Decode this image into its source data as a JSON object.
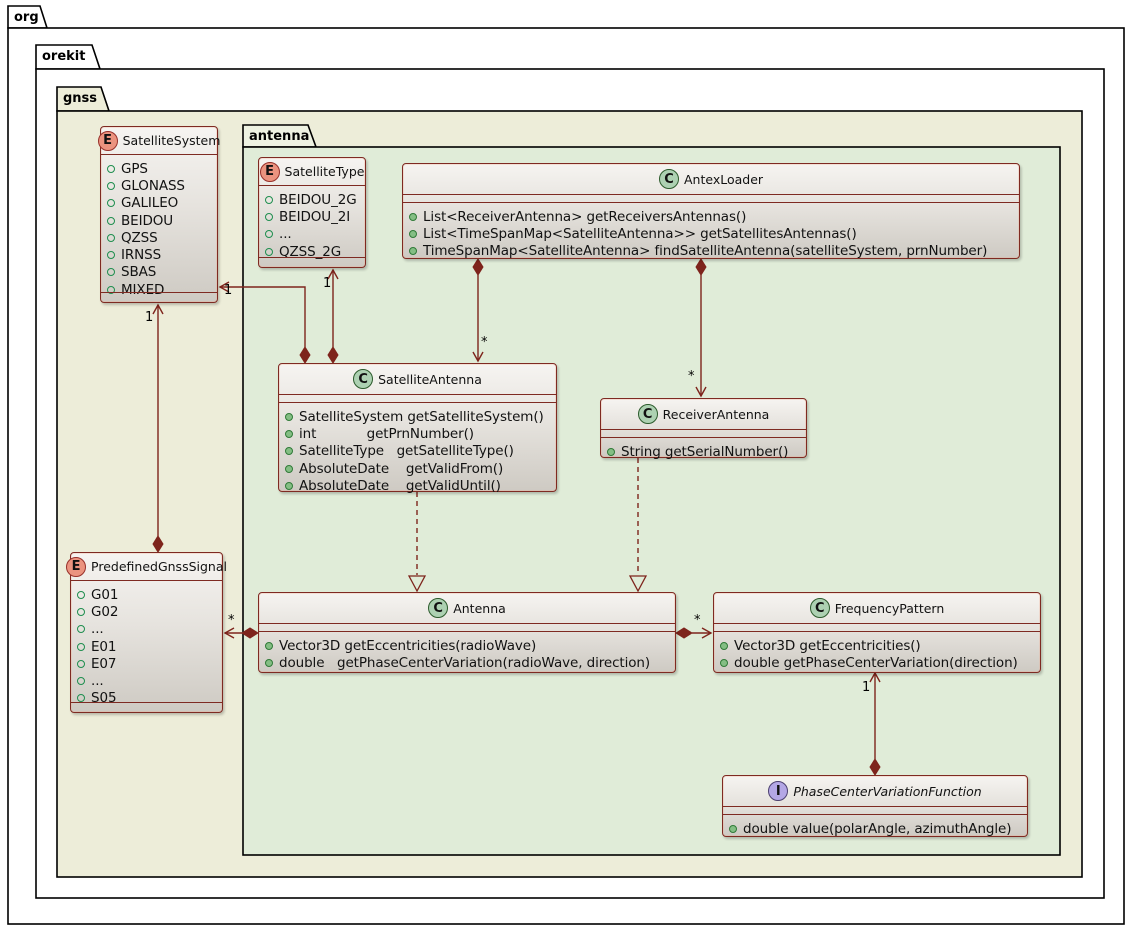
{
  "packages": {
    "org": "org",
    "orekit": "orekit",
    "gnss": "gnss",
    "antenna": "antenna"
  },
  "classes": {
    "satellite_system": {
      "badge": "E",
      "name": "SatelliteSystem",
      "members": [
        {
          "kind": "constant",
          "text": "GPS"
        },
        {
          "kind": "constant",
          "text": "GLONASS"
        },
        {
          "kind": "constant",
          "text": "GALILEO"
        },
        {
          "kind": "constant",
          "text": "BEIDOU"
        },
        {
          "kind": "constant",
          "text": "QZSS"
        },
        {
          "kind": "constant",
          "text": "IRNSS"
        },
        {
          "kind": "constant",
          "text": "SBAS"
        },
        {
          "kind": "constant",
          "text": "MIXED"
        }
      ]
    },
    "satellite_type": {
      "badge": "E",
      "name": "SatelliteType",
      "members": [
        {
          "kind": "constant",
          "text": "BEIDOU_2G"
        },
        {
          "kind": "constant",
          "text": "BEIDOU_2I"
        },
        {
          "kind": "constant",
          "text": "..."
        },
        {
          "kind": "constant",
          "text": "QZSS_2G"
        }
      ]
    },
    "antex_loader": {
      "badge": "C",
      "name": "AntexLoader",
      "members": [
        {
          "kind": "method",
          "text": "List<ReceiverAntenna> getReceiversAntennas()"
        },
        {
          "kind": "method",
          "text": "List<TimeSpanMap<SatelliteAntenna>> getSatellitesAntennas()"
        },
        {
          "kind": "method",
          "text": "TimeSpanMap<SatelliteAntenna> findSatelliteAntenna(satelliteSystem, prnNumber)"
        }
      ]
    },
    "satellite_antenna": {
      "badge": "C",
      "name": "SatelliteAntenna",
      "members": [
        {
          "kind": "method",
          "text": "SatelliteSystem getSatelliteSystem()"
        },
        {
          "kind": "method",
          "text": "int            getPrnNumber()"
        },
        {
          "kind": "method",
          "text": "SatelliteType   getSatelliteType()"
        },
        {
          "kind": "method",
          "text": "AbsoluteDate    getValidFrom()"
        },
        {
          "kind": "method",
          "text": "AbsoluteDate    getValidUntil()"
        }
      ]
    },
    "receiver_antenna": {
      "badge": "C",
      "name": "ReceiverAntenna",
      "members": [
        {
          "kind": "method",
          "text": "String getSerialNumber()"
        }
      ]
    },
    "predefined_gnss_signal": {
      "badge": "E",
      "name": "PredefinedGnssSignal",
      "members": [
        {
          "kind": "constant",
          "text": "G01"
        },
        {
          "kind": "constant",
          "text": "G02"
        },
        {
          "kind": "constant",
          "text": "..."
        },
        {
          "kind": "constant",
          "text": "E01"
        },
        {
          "kind": "constant",
          "text": "E07"
        },
        {
          "kind": "constant",
          "text": "..."
        },
        {
          "kind": "constant",
          "text": "S05"
        }
      ]
    },
    "antenna": {
      "badge": "C",
      "name": "Antenna",
      "members": [
        {
          "kind": "method",
          "text": "Vector3D getEccentricities(radioWave)"
        },
        {
          "kind": "method",
          "text": "double   getPhaseCenterVariation(radioWave, direction)"
        }
      ]
    },
    "frequency_pattern": {
      "badge": "C",
      "name": "FrequencyPattern",
      "members": [
        {
          "kind": "method",
          "text": "Vector3D getEccentricities()"
        },
        {
          "kind": "method",
          "text": "double getPhaseCenterVariation(direction)"
        }
      ]
    },
    "phase_center_variation_function": {
      "badge": "I",
      "name": "PhaseCenterVariationFunction",
      "members": [
        {
          "kind": "method",
          "text": "double value(polarAngle, azimuthAngle)"
        }
      ]
    }
  },
  "multiplicities": {
    "satellite_antenna_to_satellite_system": "1",
    "satellite_antenna_to_satellite_type": "1",
    "antex_loader_to_satellite_antenna": "*",
    "antex_loader_to_receiver_antenna": "*",
    "antenna_to_predefined_gnss_signal": "*",
    "antenna_to_frequency_pattern": "*",
    "predefined_gnss_signal_to_satellite_system": "1",
    "frequency_pattern_to_phase_center_variation_function": "1"
  },
  "colors": {
    "line_color": "#7E241C",
    "box_border": "#7E2A22",
    "gnss_bg": "#EDEDD9",
    "antenna_bg": "#E0ECD8",
    "enum_badge_bg": "#EB937F",
    "class_badge_bg": "#ADD1B2",
    "interface_badge_bg": "#B4A7E5",
    "member_method_dot": "#84BE84",
    "member_constant_ring": "#1E8E4E"
  }
}
